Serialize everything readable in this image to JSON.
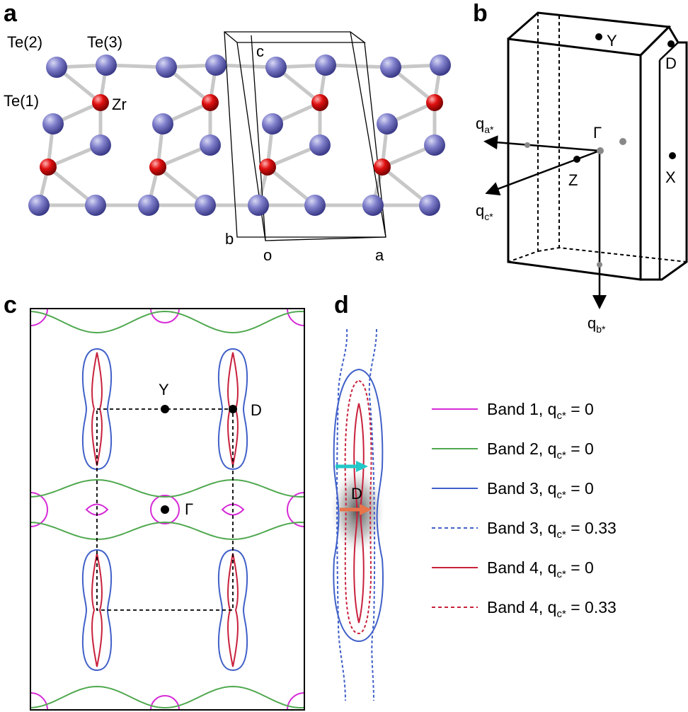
{
  "panels": {
    "a": {
      "letter": "a",
      "atoms": {
        "te2": "Te(2)",
        "te3": "Te(3)",
        "te1": "Te(1)",
        "zr": "Zr"
      },
      "axes": {
        "c": "c",
        "b": "b",
        "o": "o",
        "a": "a"
      }
    },
    "b": {
      "letter": "b",
      "points": {
        "y": "Y",
        "d": "D",
        "gamma": "Γ",
        "z": "Z",
        "x": "X"
      },
      "axes": {
        "qa": {
          "base": "q",
          "sub": "a*"
        },
        "qc": {
          "base": "q",
          "sub": "c*"
        },
        "qb": {
          "base": "q",
          "sub": "b*"
        }
      }
    },
    "c": {
      "letter": "c",
      "points": {
        "y": "Y",
        "d": "D",
        "gamma": "Γ"
      }
    },
    "d": {
      "letter": "d",
      "points": {
        "d": "D"
      },
      "arrow_colors": {
        "cyan": "#22c8c8",
        "orange": "#e8744a"
      }
    }
  },
  "colors": {
    "band1": "#d62ad6",
    "band2": "#4fa84f",
    "band3": "#4060c8",
    "band4": "#c8213c",
    "te_atom": "#7a7ac8",
    "zr_atom": "#e01010"
  },
  "legend": [
    {
      "label": "Band 1, q",
      "sub": "c*",
      "value": " = 0",
      "color": "#d62ad6",
      "dashed": false
    },
    {
      "label": "Band 2, q",
      "sub": "c*",
      "value": " = 0",
      "color": "#4fa84f",
      "dashed": false
    },
    {
      "label": "Band 3, q",
      "sub": "c*",
      "value": " = 0",
      "color": "#4060c8",
      "dashed": false
    },
    {
      "label": "Band 3, q",
      "sub": "c*",
      "value": " = 0.33",
      "color": "#4060c8",
      "dashed": true
    },
    {
      "label": "Band 4, q",
      "sub": "c*",
      "value": " = 0",
      "color": "#c8213c",
      "dashed": false
    },
    {
      "label": "Band 4, q",
      "sub": "c*",
      "value": " = 0.33",
      "color": "#c8213c",
      "dashed": true
    }
  ]
}
